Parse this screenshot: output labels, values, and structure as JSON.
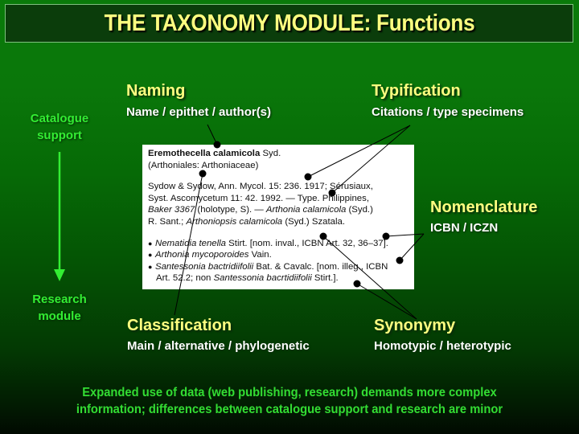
{
  "title": "THE TAXONOMY MODULE: Functions",
  "side": {
    "top_label_line1": "Catalogue",
    "top_label_line2": "support",
    "bottom_label_line1": "Research",
    "bottom_label_line2": "module",
    "arrow_color": "#33ee33"
  },
  "functions": {
    "naming": {
      "heading": "Naming",
      "sub": "Name / epithet / author(s)"
    },
    "typification": {
      "heading": "Typification",
      "sub": "Citations / type specimens"
    },
    "nomenclature": {
      "heading": "Nomenclature",
      "sub": "ICBN / ICZN"
    },
    "classification": {
      "heading": "Classification",
      "sub": "Main / alternative / phylogenetic"
    },
    "synonymy": {
      "heading": "Synonymy",
      "sub": "Homotypic / heterotypic"
    }
  },
  "record": {
    "name_bold": "Eremothecella calamicola",
    "name_author": " Syd.",
    "classification": "(Arthoniales: Arthoniaceae)",
    "citation_line1": "Sydow & Sydow, Ann. Mycol. 15: 236. 1917; Sérusiaux,",
    "citation_line2": "Syst. Ascomycetum 11: 42. 1992. — Type. Philippines,",
    "citation_line3_italic": "Baker 3367",
    "citation_line3_mid": " (holotype, S). — ",
    "citation_line3_italic2": "Arthonia calamicola",
    "citation_line3_end": " (Syd.)",
    "citation_line4_start": "R. Sant.; ",
    "citation_line4_italic": "Arthoniopsis calamicola",
    "citation_line4_end": " (Syd.) Szatala.",
    "bullet_char": "●",
    "synonyms": [
      {
        "italic": "Nematidia tenella",
        "rest": " Stirt. [nom. inval., ICBN Art. 32, 36–37]."
      },
      {
        "italic": "Arthonia mycoporoides",
        "rest": " Vain."
      },
      {
        "italic": "Santessonia bactridiifolii",
        "rest": " Bat. & Cavalc. [nom. illeg., ICBN"
      }
    ],
    "synonym3_cont_start": "Art. 52.2; non ",
    "synonym3_cont_italic": "Santessonia bacrtidiifolii",
    "synonym3_cont_end": " Stirt.]."
  },
  "footer": {
    "line1": "Expanded use of data (web publishing, research) demands more complex",
    "line2": "information; differences between catalogue support and research are minor"
  },
  "colors": {
    "heading": "#ffff80",
    "subheading": "#ffffff",
    "side_label": "#33ee33",
    "footer": "#33dd33",
    "title_box_bg": "#0b3d0b"
  }
}
